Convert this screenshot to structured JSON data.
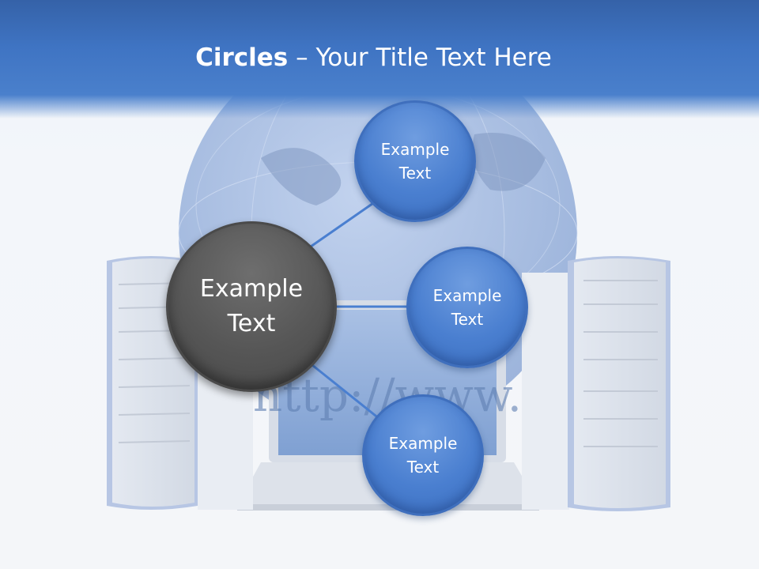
{
  "slide": {
    "title_bold": "Circles",
    "title_rest": " – Your Title Text Here"
  },
  "diagram": {
    "center": {
      "lines": [
        "Example",
        "Text"
      ]
    },
    "nodes": [
      {
        "lines": [
          "Example",
          "Text"
        ]
      },
      {
        "lines": [
          "Example",
          "Text"
        ]
      },
      {
        "lines": [
          "Example",
          "Text"
        ]
      }
    ]
  },
  "colors": {
    "header": "#3f74c3",
    "node_blue": "#4a7fd0",
    "node_gray": "#565656",
    "connector": "#4a7fd0"
  }
}
